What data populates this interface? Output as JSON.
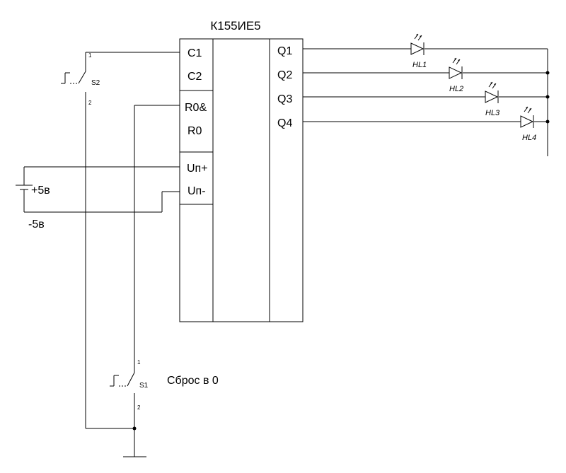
{
  "chip": {
    "name": "К155ИЕ5",
    "pins_left": [
      "C1",
      "C2",
      "R0&",
      "R0",
      "Uп+",
      "Uп-"
    ],
    "pins_right": [
      "Q1",
      "Q2",
      "Q3",
      "Q4"
    ]
  },
  "leds": [
    "HL1",
    "HL2",
    "HL3",
    "HL4"
  ],
  "switches": {
    "s2": {
      "name": "S2",
      "pin1": "1",
      "pin2": "2"
    },
    "s1": {
      "name": "S1",
      "pin1": "1",
      "pin2": "2",
      "caption": "Сброс в 0"
    }
  },
  "power": {
    "positive": "+5в",
    "negative": "-5в"
  }
}
